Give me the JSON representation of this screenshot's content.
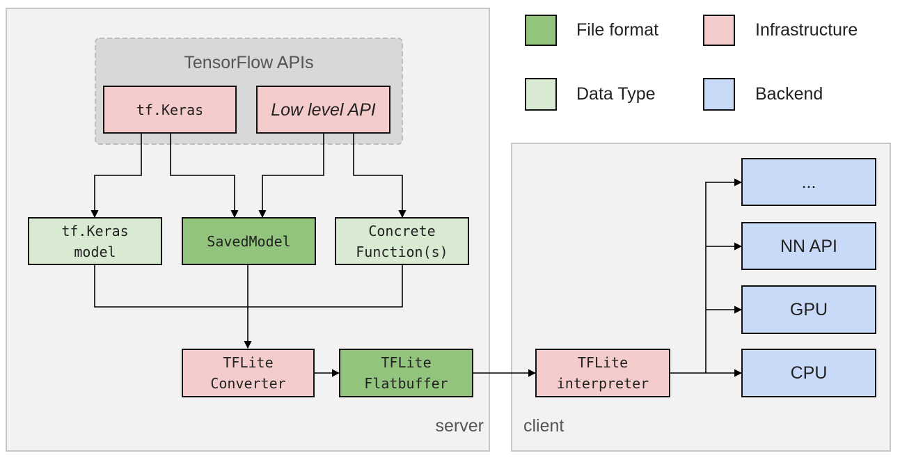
{
  "group_label": "TensorFlow APIs",
  "regions": {
    "server": "server",
    "client": "client"
  },
  "nodes": {
    "tf_keras": "tf.Keras",
    "low_level_api": "Low level API",
    "tf_keras_model": "tf.Keras\nmodel",
    "saved_model": "SavedModel",
    "concrete_functions": "Concrete\nFunction(s)",
    "tflite_converter": "TFLite\nConverter",
    "tflite_flatbuffer": "TFLite\nFlatbuffer",
    "tflite_interpreter": "TFLite\ninterpreter",
    "backend_more": "...",
    "nn_api": "NN API",
    "gpu": "GPU",
    "cpu": "CPU"
  },
  "legend": [
    {
      "label": "File format",
      "color": "#93c47d"
    },
    {
      "label": "Infrastructure",
      "color": "#f4cccc"
    },
    {
      "label": "Data Type",
      "color": "#d9ead3"
    },
    {
      "label": "Backend",
      "color": "#c9daf8"
    }
  ]
}
